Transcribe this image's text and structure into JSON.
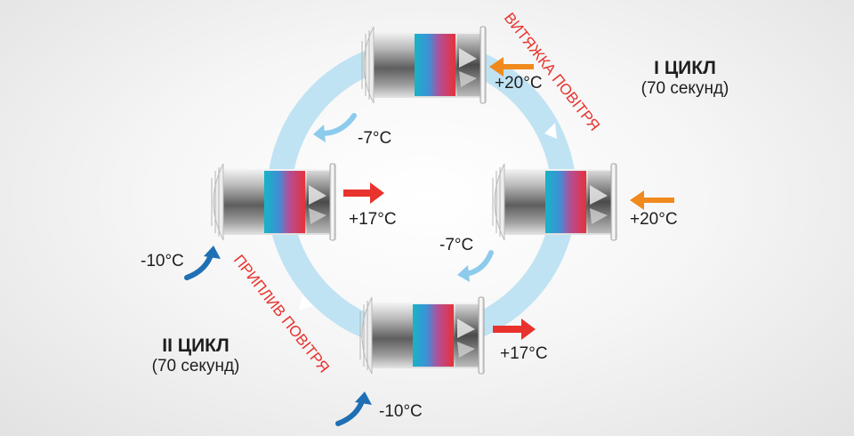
{
  "cycle1": {
    "title": "I ЦИКЛ",
    "subtitle": "(70 секунд)"
  },
  "cycle2": {
    "title": "II ЦИКЛ",
    "subtitle": "(70 секунд)"
  },
  "exhaust_label": "ВИТЯЖКА ПОВІТРЯ",
  "supply_label": "ПРИПЛИВ ПОВІТРЯ",
  "temps": {
    "top_out": "+20°C",
    "top_in": "-7°C",
    "left_out": "+17°C",
    "left_in": "-10°C",
    "right_out": "+20°C",
    "right_in": "-7°C",
    "bottom_out": "+17°C",
    "bottom_in": "-10°C"
  },
  "colors": {
    "ring": "#bfe3f3",
    "exhaust_text": "#e8322d",
    "warm_arrow": "#f08a1c",
    "hot_arrow": "#e8322d",
    "cool_arrow": "#8ccbec",
    "cold_arrow": "#1f6fb5"
  }
}
